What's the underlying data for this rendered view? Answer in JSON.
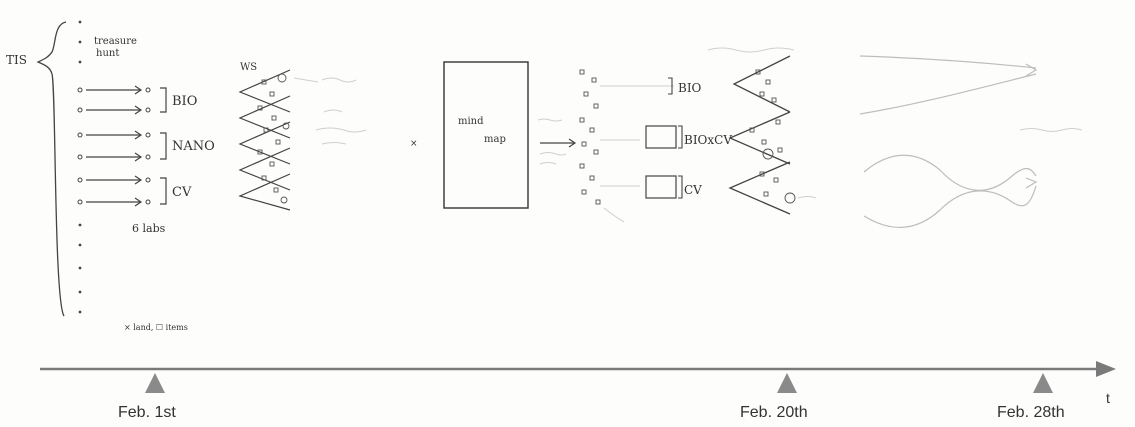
{
  "left_annotations": {
    "ti_label": "TIS",
    "treasure_hunt": [
      "treasure",
      "hunt"
    ],
    "labs_count": "6 labs",
    "footnote": "× land, ☐ items"
  },
  "lab_groups": [
    "BIO",
    "NANO",
    "CV"
  ],
  "mid": {
    "ws_label": "WS",
    "mind_map": [
      "mind",
      "map"
    ]
  },
  "right_groups": [
    "BIO",
    "BIOxCV",
    "CV"
  ],
  "timeline": {
    "axis_label": "t",
    "markers": [
      {
        "label": "Feb. 1st"
      },
      {
        "label": "Feb. 20th"
      },
      {
        "label": "Feb. 28th"
      }
    ]
  }
}
